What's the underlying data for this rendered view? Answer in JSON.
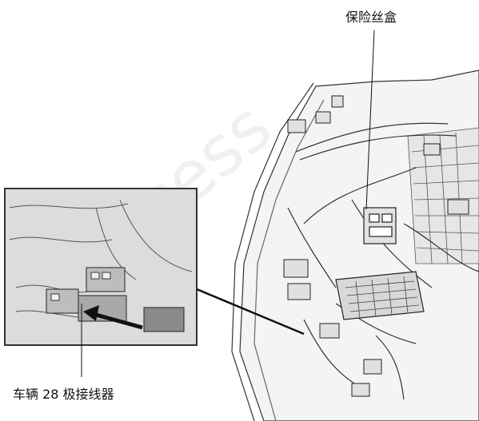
{
  "labels": {
    "fuse_box": "保险丝盒",
    "connector": "车辆 28 极接线器"
  },
  "watermark": {
    "text": "Access"
  },
  "colors": {
    "line": "#222222",
    "panel_fill": "#eeeeee",
    "inset_border": "#333333"
  }
}
